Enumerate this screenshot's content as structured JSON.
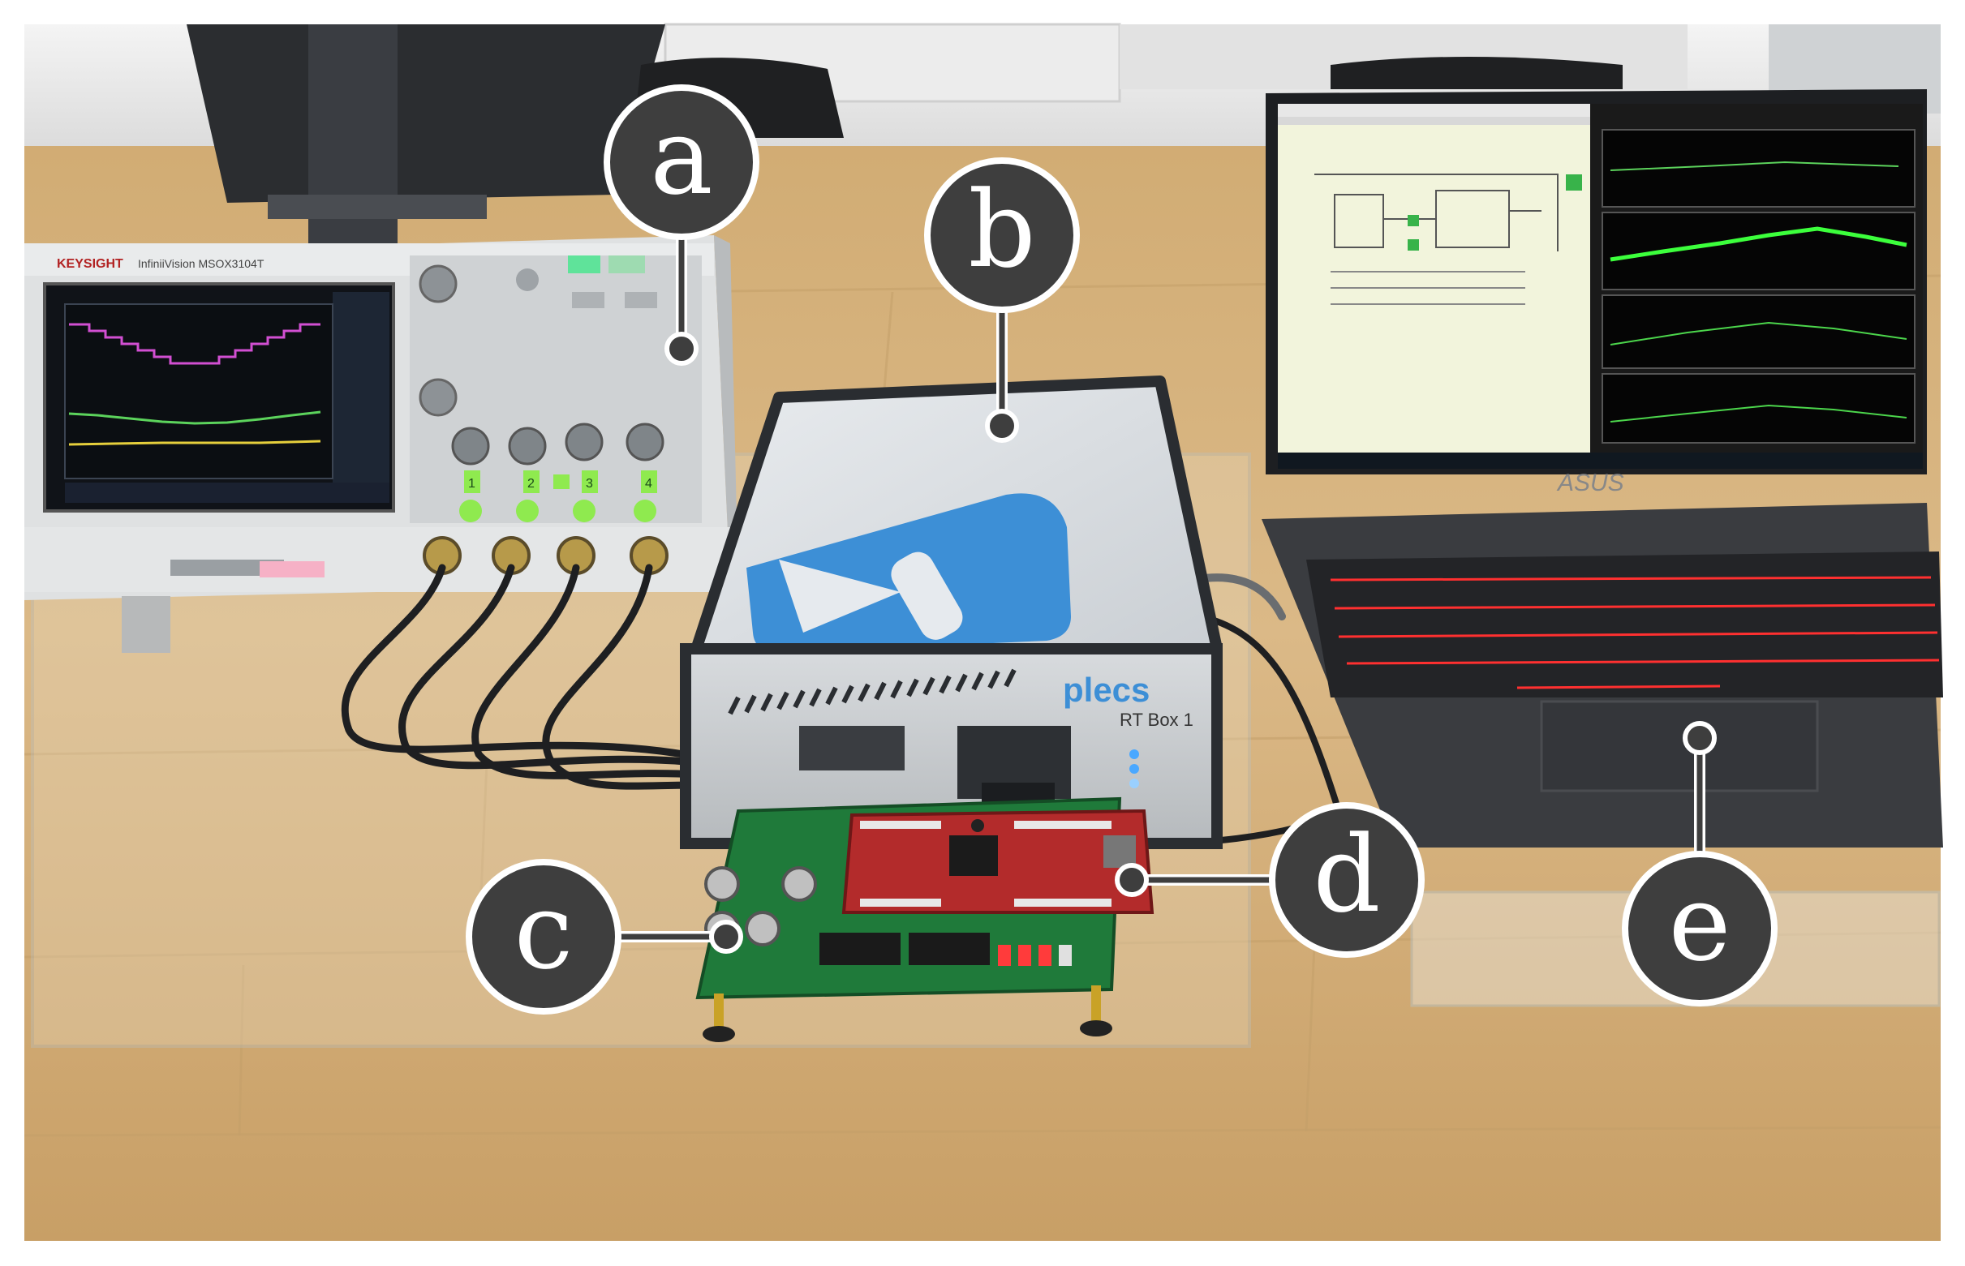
{
  "photo": {
    "labels": [
      {
        "id": "a",
        "text": "a"
      },
      {
        "id": "b",
        "text": "b"
      },
      {
        "id": "c",
        "text": "c"
      },
      {
        "id": "d",
        "text": "d"
      },
      {
        "id": "e",
        "text": "e"
      }
    ],
    "oscilloscope": {
      "brand": "KEYSIGHT",
      "model": "InfiniiVision MSOX3104T",
      "channels": [
        "1",
        "2",
        "3",
        "4"
      ]
    },
    "rtbox": {
      "brand": "plecs",
      "model": "RT Box 1"
    },
    "laptop": {
      "brand": "ASUS"
    },
    "colors": {
      "callout_fill": "#3e3e3e",
      "callout_stroke": "#ffffff",
      "wood": "#d7b583",
      "trace_magenta": "#d24fd2",
      "trace_green": "#5cd35c",
      "trace_yellow": "#e6cf3c",
      "plecs_blue": "#3d8fd6",
      "pcb_green": "#1f7a3a",
      "launchpad_red": "#b32b2b",
      "keyboard_red": "#ff3030"
    }
  }
}
